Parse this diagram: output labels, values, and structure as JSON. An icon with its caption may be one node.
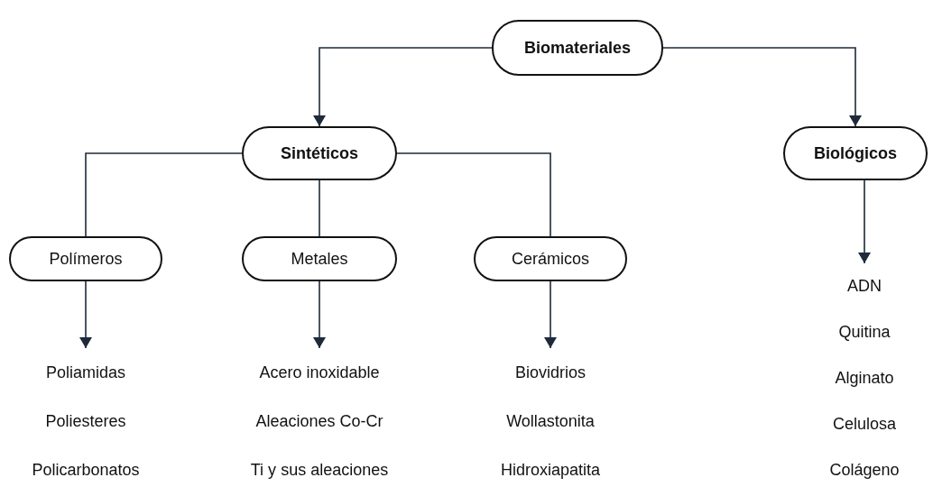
{
  "diagram": {
    "nodes": [
      {
        "text": [
          "Biomateriales"
        ]
      },
      {
        "text": [
          "Sintéticos"
        ]
      },
      {
        "text": [
          "Biológicos"
        ]
      },
      {
        "text": [
          "Polímeros"
        ]
      },
      {
        "text": [
          "Metales"
        ]
      },
      {
        "text": [
          "Cerámicos"
        ]
      },
      {
        "text": [
          "Poliamidas",
          "Poliesteres",
          "Policarbonatos"
        ]
      },
      {
        "text": [
          "Acero inoxidable",
          "Aleaciones Co-Cr",
          "Ti y sus aleaciones"
        ]
      },
      {
        "text": [
          "Biovidrios",
          "Wollastonita",
          "Hidroxiapatita"
        ]
      },
      {
        "text": [
          "ADN",
          "Quitina",
          "Alginato",
          "Celulosa",
          "Colágeno"
        ]
      }
    ],
    "edges": [
      {
        "from": 0,
        "to": 1,
        "arrow": "to"
      },
      {
        "from": 0,
        "to": 2,
        "arrow": "to"
      },
      {
        "from": 1,
        "to": 3,
        "arrow": "none"
      },
      {
        "from": 1,
        "to": 4,
        "arrow": "none"
      },
      {
        "from": 1,
        "to": 5,
        "arrow": "none"
      },
      {
        "from": 3,
        "to": 6,
        "arrow": "to"
      },
      {
        "from": 4,
        "to": 7,
        "arrow": "to"
      },
      {
        "from": 5,
        "to": 8,
        "arrow": "to"
      },
      {
        "from": 2,
        "to": 9,
        "arrow": "to"
      }
    ]
  }
}
